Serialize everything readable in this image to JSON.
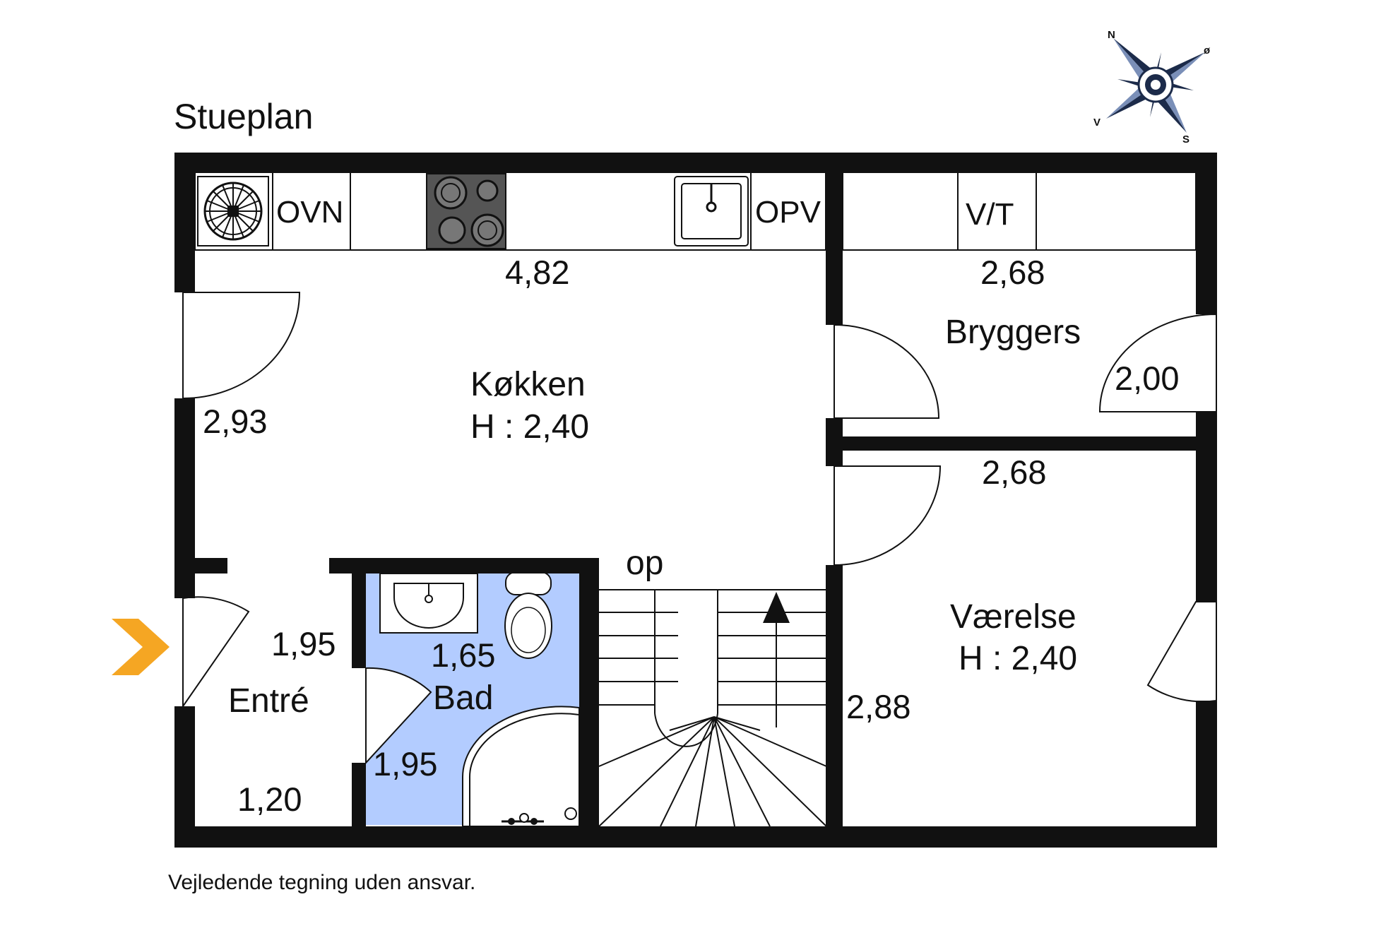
{
  "floor_title": "Stueplan",
  "disclaimer": "Vejledende tegning uden ansvar.",
  "colors": {
    "wall": "#111111",
    "bathroom_fill": "#b3ccff",
    "entrance_arrow": "#f5a623",
    "compass_dark": "#1c2b4a",
    "cooktop": "#555555"
  },
  "compass": {
    "n": "N",
    "e": "ø",
    "s": "S",
    "w": "V"
  },
  "appliances": {
    "oven": "OVN",
    "dishwasher": "OPV",
    "washer_dryer": "V/T"
  },
  "stairs": {
    "label": "op"
  },
  "rooms": {
    "kitchen": {
      "name": "Køkken",
      "height": "H : 2,40",
      "width_dim": "4,82",
      "side_dim": "2,93"
    },
    "utility": {
      "name": "Bryggers",
      "width_dim": "2,68",
      "side_dim": "2,00"
    },
    "bedroom": {
      "name": "Værelse",
      "height": "H : 2,40",
      "width_dim": "2,68",
      "side_dim": "2,88"
    },
    "entrance": {
      "name": "Entré",
      "side_dim": "1,95",
      "width_dim": "1,20"
    },
    "bathroom": {
      "name": "Bad",
      "width_dim": "1,65",
      "side_dim": "1,95"
    }
  }
}
